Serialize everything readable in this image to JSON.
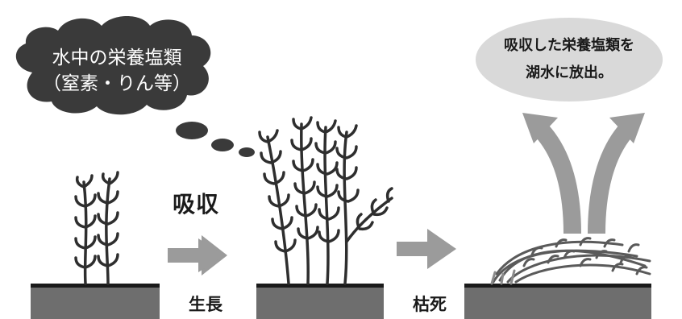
{
  "cloud": {
    "line1": "水中の栄養塩類",
    "line2": "（窒素・りん等）"
  },
  "release": {
    "line1": "吸収した栄養塩類を",
    "line2": "湖水に放出。"
  },
  "steps": {
    "absorb_label": "吸収",
    "growth_label": "生長",
    "death_label": "枯死"
  },
  "colors": {
    "dark": "#3a3a3a",
    "ground": "#6e6e6e",
    "arrow": "#9b9b9b",
    "ellipse": "#d9d9d9",
    "plant": "#2e2e2e"
  }
}
